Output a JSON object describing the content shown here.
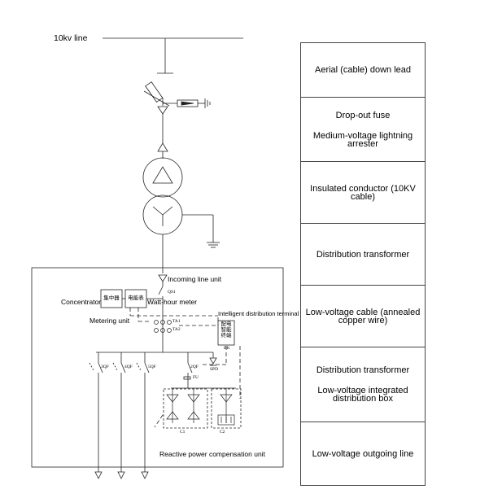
{
  "diagram": {
    "line_label": "10kv line",
    "incoming_unit": "Incoming line unit",
    "qs_label": "QS1",
    "concentrator": "Concentrator",
    "concentrator_cn": "集中器",
    "meter_cn": "电能表",
    "watt_hour_meter": "Watt-hour meter",
    "metering_unit": "Metering unit",
    "ta1": "TA1",
    "ta2": "TA2",
    "intelligent_terminal": "Intelligent distribution terminal",
    "terminal_cn": [
      "配电",
      "智能",
      "终端"
    ],
    "bk": "BK",
    "breakers": [
      "3QF",
      "4QF",
      "5QF",
      "2QF"
    ],
    "spd": "SPD",
    "fu": "FU",
    "c1": "C1",
    "c2": "C2",
    "reactive_unit": "Reactive power compensation unit"
  },
  "legend": [
    [
      "Aerial (cable) down lead"
    ],
    [
      "Drop-out fuse",
      "",
      "Medium-voltage lightning",
      "arrester"
    ],
    [
      "Insulated conductor (10KV",
      "cable)"
    ],
    [
      "Distribution transformer"
    ],
    [
      "Low-voltage cable (annealed",
      "copper wire)"
    ],
    [
      "Distribution transformer",
      "",
      "Low-voltage integrated",
      "distribution box"
    ],
    [
      "Low-voltage outgoing line"
    ]
  ]
}
